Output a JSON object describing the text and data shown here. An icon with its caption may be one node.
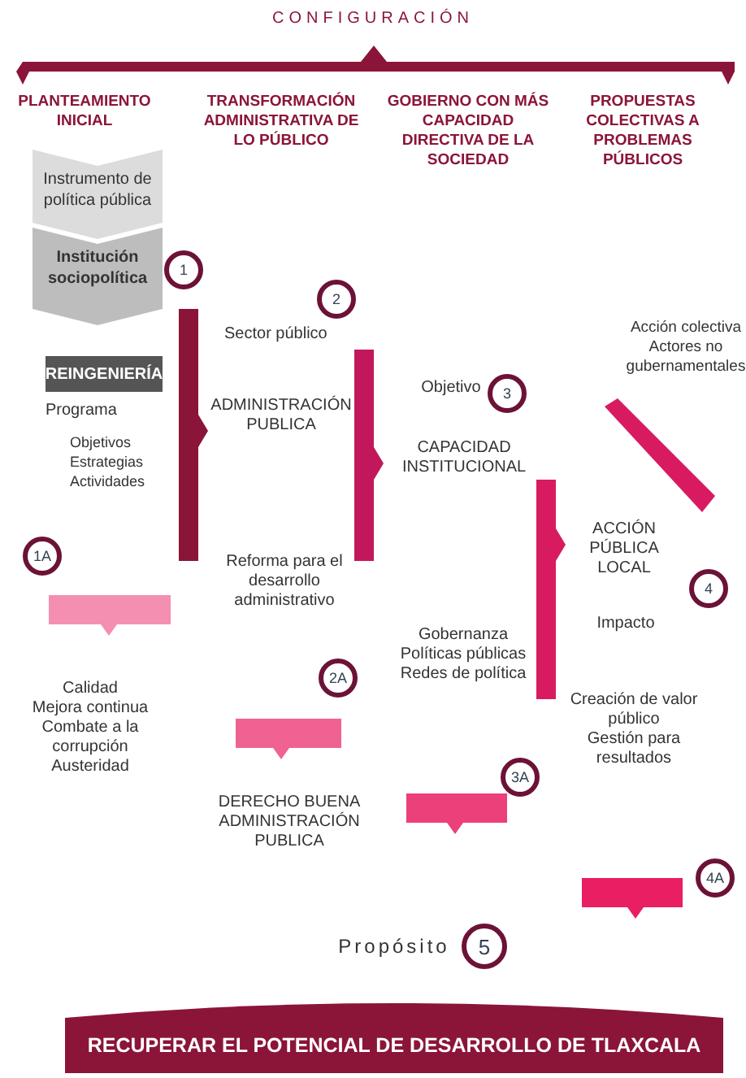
{
  "diagram": {
    "nodes": [
      {
        "text": [
          "Instrumento de política pública"
        ]
      },
      {
        "text": [
          "Institución sociopolítica"
        ]
      },
      {
        "text": [
          "1"
        ]
      },
      {
        "text": [
          "REINGENIERÍA"
        ]
      },
      {
        "text": [
          "1A"
        ]
      },
      {
        "text": [
          "2"
        ]
      },
      {
        "text": [
          "2A"
        ]
      },
      {
        "text": [
          "3"
        ]
      },
      {
        "text": [
          "3A"
        ]
      },
      {
        "text": [
          "4"
        ]
      },
      {
        "text": [
          "4A"
        ]
      },
      {
        "text": [
          "5"
        ]
      },
      {
        "text": [
          "RECUPERAR EL POTENCIAL DE DESARROLLO DE TLAXCALA"
        ]
      },
      {
        "text": [],
        "shape": "bar"
      },
      {
        "text": [],
        "shape": "bar"
      },
      {
        "text": [],
        "shape": "bar"
      },
      {
        "text": [],
        "shape": "bar"
      },
      {
        "text": [],
        "shape": "bar"
      },
      {
        "text": [],
        "shape": "bar"
      },
      {
        "text": [],
        "shape": "bar"
      },
      {
        "text": [],
        "shape": "bar"
      }
    ],
    "labels": [
      "CONFIGURACIÓN",
      "PLANTEAMIENTO INICIAL",
      "TRANSFORMACIÓN ADMINISTRATIVA DE LO PÚBLICO",
      "GOBIERNO CON MÁS CAPACIDAD DIRECTIVA DE LA SOCIEDAD",
      "PROPUESTAS COLECTIVAS A PROBLEMAS PÚBLICOS",
      "Programa",
      "Objetivos",
      "Estrategias",
      "Actividades",
      "Calidad",
      "Mejora continua",
      "Combate a la corrupción",
      "Austeridad",
      "Sector público",
      "ADMINISTRACIÓN PUBLICA",
      "Reforma para el desarrollo administrativo",
      "DERECHO BUENA ADMINISTRACIÓN PUBLICA",
      "Objetivo",
      "CAPACIDAD INSTITUCIONAL",
      "Gobernanza",
      "Políticas públicas",
      "Redes de política",
      "Acción colectiva",
      "Actores no gubernamentales",
      "ACCIÓN PÚBLICA LOCAL",
      "Impacto",
      "Creación de valor público",
      "Gestión para resultados",
      "Propósito"
    ]
  }
}
